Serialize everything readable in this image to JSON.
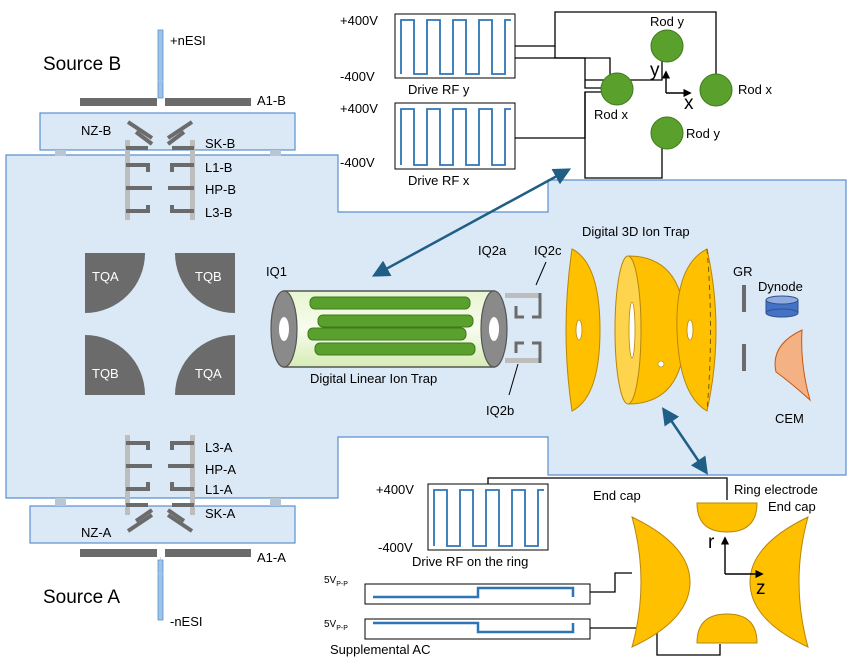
{
  "sources": {
    "b": {
      "title": "Source B",
      "spray": "+nESI",
      "aperture": "A1-B",
      "nozzle": "NZ-B",
      "skimmer": "SK-B",
      "lens": "L1-B",
      "hexapole": "HP-B",
      "lens3": "L3-B"
    },
    "a": {
      "title": "Source A",
      "spray": "-nESI",
      "aperture": "A1-A",
      "nozzle": "NZ-A",
      "skimmer": "SK-A",
      "lens": "L1-A",
      "hexapole": "HP-A",
      "lens3": "L3-A"
    }
  },
  "quadrupole": {
    "tqa1": "TQA",
    "tqb1": "TQB",
    "tqb2": "TQB",
    "tqa2": "TQA"
  },
  "linear_trap": {
    "entry": "IQ1",
    "title": "Digital Linear Ion Trap",
    "iq2a": "IQ2a",
    "iq2b": "IQ2b",
    "iq2c": "IQ2c"
  },
  "trap3d": {
    "title": "Digital 3D Ion Trap",
    "gate": "GR",
    "dynode": "Dynode",
    "detector": "CEM"
  },
  "rf_drive": {
    "plus": "+400V",
    "minus": "-400V",
    "drive_y": "Drive RF y",
    "drive_x": "Drive RF x",
    "rod_y": "Rod y",
    "rod_x": "Rod x",
    "axis_y": "y",
    "axis_x": "x"
  },
  "ring_drive": {
    "plus": "+400V",
    "minus": "-400V",
    "drive_ring": "Drive RF on the ring",
    "end_cap_left": "End cap",
    "ring_electrode": "Ring electrode",
    "end_cap_right": "End cap",
    "axis_r": "r",
    "axis_z": "z",
    "ac_amplitude": "5V",
    "ac_sub": "P-P",
    "supplemental": "Supplemental AC"
  },
  "colors": {
    "chamber": "#dbe8f6",
    "chamber_edge": "#5b8fd0",
    "electrode": "#6b6b6b",
    "rod": "#5aa02c",
    "gold": "#ffc000",
    "arrow": "#1f5f86",
    "wave": "#2e75b6"
  }
}
